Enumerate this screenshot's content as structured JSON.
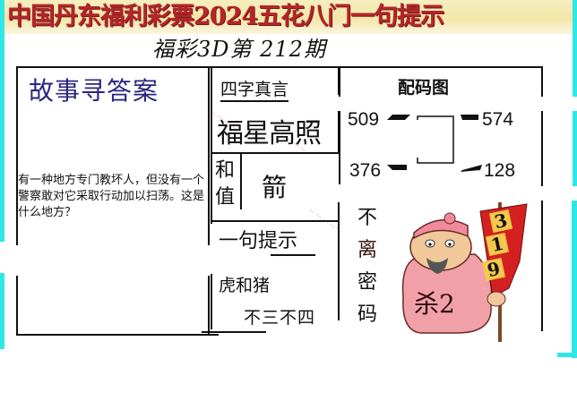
{
  "header": {
    "banner_title": "中国丹东福利彩票2024五花八门一句提示",
    "subtitle": "福彩3D第 212期"
  },
  "story": {
    "title": "故事寻答案",
    "text": "有一种地方专门教坏人，但没有一个警察敢对它采取行动加以扫荡。这是什么地方？"
  },
  "keywords": {
    "heading": "四字真言",
    "phrase": "福星高照",
    "hezhi_label_1": "和",
    "hezhi_label_2": "值",
    "hezhi_value": "箭"
  },
  "hint": {
    "heading": "一句提示",
    "line1": "虎和猪",
    "line2": "不三不四"
  },
  "code_map": {
    "heading": "配码图",
    "numbers": {
      "top_left": "509",
      "top_right": "574",
      "bottom_left": "376",
      "bottom_right": "128"
    }
  },
  "secret": {
    "vertical_label": [
      "不",
      "离",
      "密",
      "码"
    ],
    "kill_text": "杀2",
    "flag_digits": [
      "3",
      "1",
      "9"
    ]
  },
  "colors": {
    "banner_text": "#b3262a",
    "story_title": "#2a2580",
    "accent_cyan": "#2ee8e8",
    "flag_red": "#d42020",
    "flag_tile": "#f4c84a",
    "mascot_pink": "#f2a0a8"
  }
}
